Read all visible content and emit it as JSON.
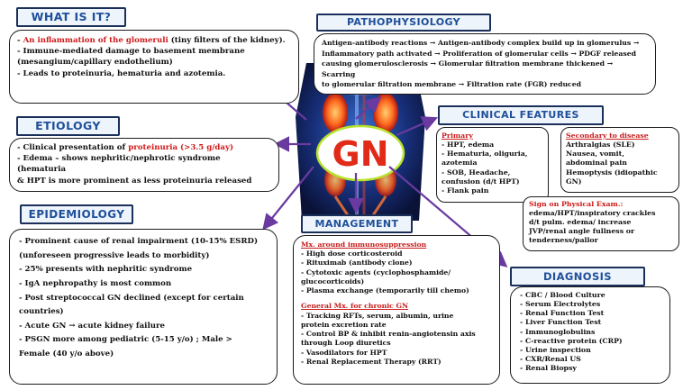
{
  "center_label": "GN",
  "what": {
    "title": "WHAT IS IT?",
    "l1_red": "An inflammation of the glomeruli",
    "l1_rest": " (tiny filters of the kidney).",
    "l2": "- Immune-mediated damage to basement membrane",
    "l3": "(mesangium/capillary endothelium)",
    "l4": "- Leads to proteinuria, hematuria and azotemia."
  },
  "etiology": {
    "title": "ETIOLOGY",
    "l1_pre": "- Clinical presentation of ",
    "l1_red": "proteinuria (>3.5 g/day)",
    "l2": "- Edema – shows nephritic/nephrotic syndrome (hematuria",
    "l3": "& HPT is more prominent as less proteinuria released"
  },
  "epidemiology": {
    "title": "EPIDEMIOLOGY",
    "lines": [
      "- Prominent cause of renal impairment (10-15% ESRD)",
      "(unforeseen progressive leads to morbidity)",
      "- 25% presents with nephritic syndrome",
      "- IgA nephropathy is most common",
      "- Post streptococcal GN declined (except for certain",
      "countries)",
      "- Acute GN → acute kidney failure",
      "- PSGN more among pediatric (5-15 y/o) ; Male >",
      "Female (40 y/o above)"
    ]
  },
  "patho": {
    "title": "PATHOPHYSIOLOGY",
    "lines": [
      "Antigen-antibody reactions → Antigen-antibody complex build up in glomerulus →",
      "Inflammatory path activated → Proliferation of glomerular cells → PDGF released",
      "causing glomerulosclerosis → Glomerular filtration membrane thickened → Scarring",
      "to glomerular filtration membrane → Filtration rate (FGR) reduced"
    ]
  },
  "clinical": {
    "title": "CLINICAL FEATURES",
    "primary_head": "Primary",
    "primary": [
      "- HPT, edema",
      "- Hematuria, oliguria,",
      "azotemia",
      "- SOB, Headache,",
      "confusion (d/t HPT)",
      "- Flank pain"
    ],
    "secondary_head": "Secondary to disease",
    "secondary": [
      "Arthralgias (SLE)",
      "Nausea, vomit,",
      "abdominal pain",
      "Hemoptysis (idiopathic",
      "GN)"
    ],
    "sign_head": "Sign on Physical Exam.:",
    "sign": [
      "edema/HPT/inspiratory crackles",
      "d/t pulm. edema/ increase",
      "JVP/renal angle fullness or",
      "tenderness/pallor"
    ]
  },
  "management": {
    "title": "MANAGEMENT",
    "h1": "Mx. around immunosuppression",
    "a": [
      "- High dose corticosteroid",
      "- Rituximab (antibody clone)",
      "- Cytotoxic agents (cyclophosphamide/",
      "glucocorticoids)",
      "- Plasma exchange (temporarily till chemo)"
    ],
    "h2": "General Mx. for chronic GN",
    "b": [
      "- Tracking RFTs, serum, albumin, urine",
      "protein excretion rate",
      "- Control BP & inhibit renin-angiotensin axis",
      "through Loop diuretics",
      "- Vasodilators for HPT",
      "- Renal Replacement Therapy (RRT)"
    ]
  },
  "diagnosis": {
    "title": "DIAGNOSIS",
    "items": [
      "- CBC / Blood Culture",
      "- Serum Electrolytes",
      "- Renal Function Test",
      "- Liver Function Test",
      "- Immunoglobulins",
      "- C-reactive protein (CRP)",
      "- Urine inspection",
      "- CXR/Renal US",
      "- Renal Biopsy"
    ]
  },
  "colors": {
    "title_text": "#1f4f9a",
    "title_border": "#1a2f5a",
    "arrow": "#6a3aa0",
    "emphasis": "#d01818"
  }
}
